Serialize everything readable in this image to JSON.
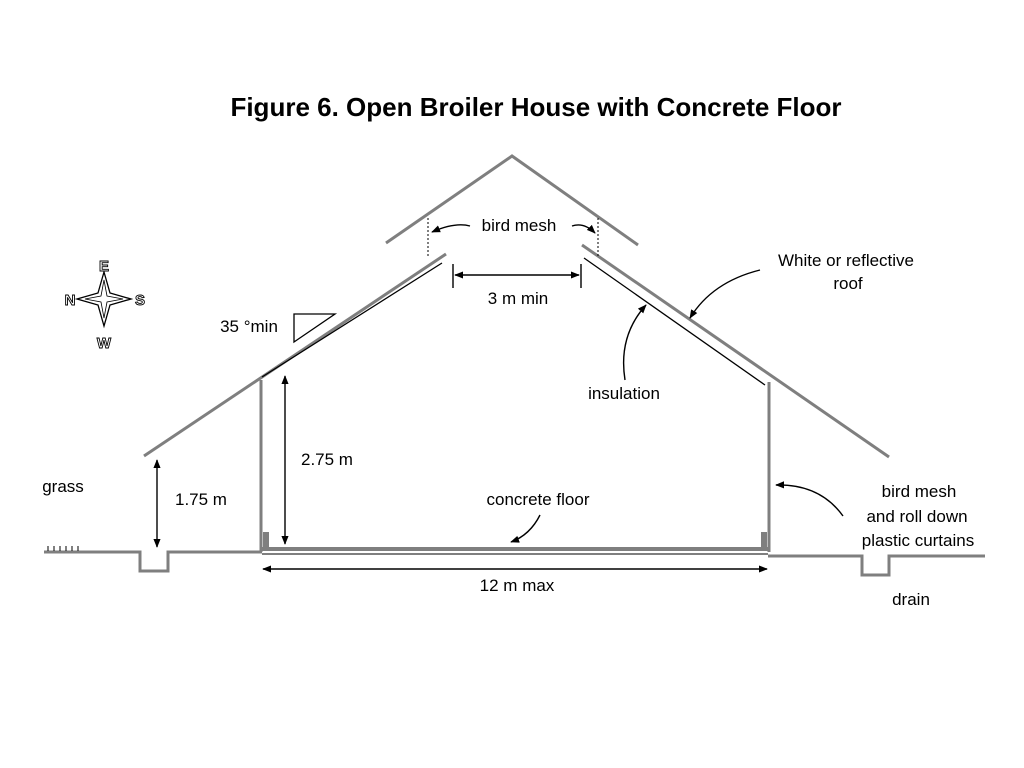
{
  "title": "Figure 6. Open Broiler House with Concrete Floor",
  "compass": {
    "north": "N",
    "east": "E",
    "south": "S",
    "west": "W"
  },
  "labels": {
    "bird_mesh_top": "bird mesh",
    "white_roof_line1": "White or reflective",
    "white_roof_line2": "roof",
    "three_m_min": "3 m min",
    "angle": "35 °min",
    "insulation": "insulation",
    "grass": "grass",
    "height_175": "1.75 m",
    "height_275": "2.75 m",
    "concrete_floor": "concrete floor",
    "side_mesh_line1": "bird mesh",
    "side_mesh_line2": "and roll down",
    "side_mesh_line3": "plastic curtains",
    "width_max": "12 m max",
    "drain": "drain"
  },
  "colors": {
    "structure": "#7f7f7f",
    "text": "#000000",
    "background": "#ffffff"
  }
}
